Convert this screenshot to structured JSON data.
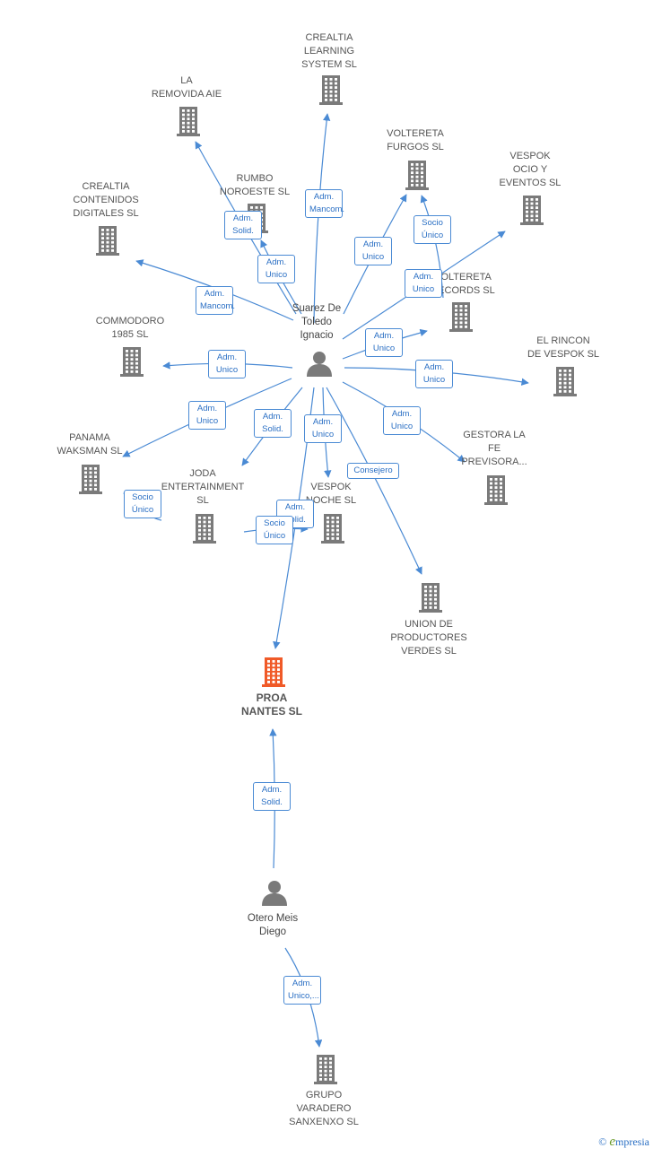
{
  "colors": {
    "building": "#7a7a7a",
    "building_main": "#f05a28",
    "person": "#7a7a7a",
    "edge": "#4a8ad4",
    "label_border": "#4a8ad4",
    "label_text": "#2a6fc4"
  },
  "people": [
    {
      "id": "suarez",
      "name": "Suarez De\nToledo\nIgnacio",
      "icon": "person-icon"
    },
    {
      "id": "otero",
      "name": "Otero Meis\nDiego",
      "icon": "person-icon"
    }
  ],
  "companies": [
    {
      "id": "crealtia_learning",
      "name": "CREALTIA\nLEARNING\nSYSTEM  SL",
      "icon": "building-icon"
    },
    {
      "id": "la_removida",
      "name": "LA\nREMOVIDA AIE",
      "icon": "building-icon"
    },
    {
      "id": "voltereta_furgos",
      "name": "VOLTERETA\nFURGOS  SL",
      "icon": "building-icon"
    },
    {
      "id": "vespok_ocio",
      "name": "VESPOK\nOCIO Y\nEVENTOS  SL",
      "icon": "building-icon"
    },
    {
      "id": "rumbo",
      "name": "RUMBO\nNOROESTE  SL",
      "icon": "building-icon"
    },
    {
      "id": "crealtia_contenidos",
      "name": "CREALTIA\nCONTENIDOS\nDIGITALES  SL",
      "icon": "building-icon"
    },
    {
      "id": "voltereta_records",
      "name": "VOLTERETA\nRECORDS  SL",
      "icon": "building-icon"
    },
    {
      "id": "commodoro",
      "name": "COMMODORO\n1985  SL",
      "icon": "building-icon"
    },
    {
      "id": "el_rincon",
      "name": "EL RINCON\nDE VESPOK  SL",
      "icon": "building-icon"
    },
    {
      "id": "panama",
      "name": "PANAMA\nWAKSMAN  SL",
      "icon": "building-icon"
    },
    {
      "id": "gestora",
      "name": "GESTORA LA\nFE\nPREVISORA...",
      "icon": "building-icon"
    },
    {
      "id": "joda",
      "name": "JODA\nENTERTAINMENT\nSL",
      "icon": "building-icon"
    },
    {
      "id": "vespok_noche",
      "name": "VESPOK\nNOCHE  SL",
      "icon": "building-icon"
    },
    {
      "id": "union",
      "name": "UNION DE\nPRODUCTORES\nVERDES  SL",
      "icon": "building-icon"
    },
    {
      "id": "proa",
      "name": "PROA\nNANTES  SL",
      "icon": "building-icon",
      "main": true
    },
    {
      "id": "grupo",
      "name": "GRUPO\nVARADERO\nSANXENXO  SL",
      "icon": "building-icon"
    }
  ],
  "edges": [
    {
      "from": "suarez",
      "to": "crealtia_learning",
      "label": "Adm.\nMancom."
    },
    {
      "from": "suarez",
      "to": "la_removida",
      "label": "Adm.\nSolid."
    },
    {
      "from": "suarez",
      "to": "rumbo",
      "label": "Adm.\nUnico"
    },
    {
      "from": "suarez",
      "to": "voltereta_furgos",
      "label": "Adm.\nUnico"
    },
    {
      "from": "voltereta_records",
      "to": "voltereta_furgos",
      "label": "Socio\nÚnico"
    },
    {
      "from": "suarez",
      "to": "vespok_ocio",
      "label": "Adm.\nUnico"
    },
    {
      "from": "suarez",
      "to": "crealtia_contenidos",
      "label": "Adm.\nMancom."
    },
    {
      "from": "suarez",
      "to": "voltereta_records",
      "label": "Adm.\nUnico"
    },
    {
      "from": "suarez",
      "to": "commodoro",
      "label": "Adm.\nUnico"
    },
    {
      "from": "suarez",
      "to": "el_rincon",
      "label": "Adm.\nUnico"
    },
    {
      "from": "suarez",
      "to": "panama",
      "label": "Adm.\nUnico"
    },
    {
      "from": "suarez",
      "to": "gestora",
      "label": "Adm.\nUnico"
    },
    {
      "from": "suarez",
      "to": "joda",
      "label": "Adm.\nSolid."
    },
    {
      "from": "suarez",
      "to": "vespok_noche",
      "label": "Adm.\nUnico"
    },
    {
      "from": "suarez",
      "to": "union",
      "label": "Consejero"
    },
    {
      "from": "suarez",
      "to": "proa",
      "label": "Adm.\nSolid."
    },
    {
      "from": "joda",
      "to": "vespok_noche",
      "label": "Socio\nÚnico"
    },
    {
      "from": "joda",
      "to": "panama",
      "label": "Socio\nÚnico"
    },
    {
      "from": "otero",
      "to": "proa",
      "label": "Adm.\nSolid."
    },
    {
      "from": "otero",
      "to": "grupo",
      "label": "Adm.\nUnico,..."
    }
  ],
  "brand": {
    "copyright": "©",
    "name": "mpresia",
    "initial": "e"
  }
}
